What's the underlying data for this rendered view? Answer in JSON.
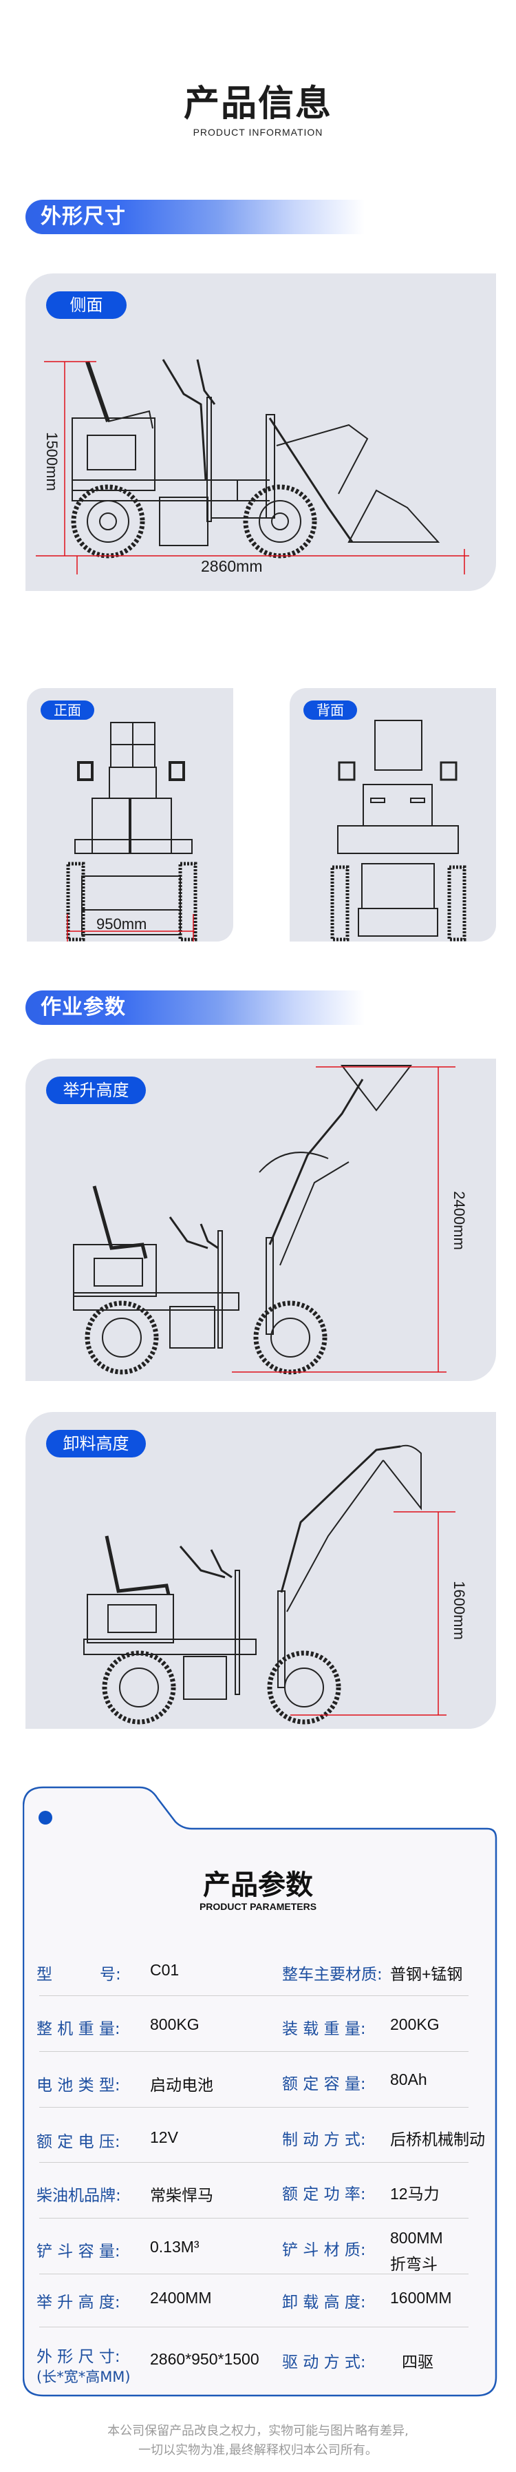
{
  "header": {
    "title": "产品信息",
    "subtitle": "PRODUCT INFORMATION"
  },
  "sections": {
    "dimensions": {
      "title": "外形尺寸",
      "side_view": {
        "badge": "侧面",
        "height_label": "1500mm",
        "length_label": "2860mm"
      },
      "front_view": {
        "badge": "正面",
        "width_label": "950mm"
      },
      "back_view": {
        "badge": "背面"
      }
    },
    "operation": {
      "title": "作业参数",
      "lift_height": {
        "badge": "举升高度",
        "height_label": "2400mm"
      },
      "dump_height": {
        "badge": "卸料高度",
        "height_label": "1600mm"
      }
    }
  },
  "parameters": {
    "title": "产品参数",
    "subtitle": "PRODUCT PARAMETERS",
    "rows": [
      {
        "left_label": "型　　　号:",
        "left_value": "C01",
        "right_label": "整车主要材质:",
        "right_value": "普钢+锰钢"
      },
      {
        "left_label": "整 机 重 量:",
        "left_value": "800KG",
        "right_label": "装 载 重 量:",
        "right_value": "200KG"
      },
      {
        "left_label": "电 池 类 型:",
        "left_value": "启动电池",
        "right_label": "额 定 容 量:",
        "right_value": "80Ah"
      },
      {
        "left_label": "额 定 电 压:",
        "left_value": "12V",
        "right_label": "制 动 方 式:",
        "right_value": "后桥机械制动"
      },
      {
        "left_label": "柴油机品牌:",
        "left_value": "常柴悍马",
        "right_label": "额 定 功 率:",
        "right_value": "12马力"
      },
      {
        "left_label": "铲 斗 容 量:",
        "left_value": "0.13M³",
        "right_label": "铲 斗 材 质:",
        "right_value": "800MM",
        "right_value_line2": "折弯斗"
      },
      {
        "left_label": "举 升 高 度:",
        "left_value": "2400MM",
        "right_label": "卸 载 高 度:",
        "right_value": "1600MM"
      },
      {
        "left_label": "外 形 尺 寸:",
        "left_label_line2": "(长*宽*高MM)",
        "left_value": "2860*950*1500",
        "right_label": "驱 动 方 式:",
        "right_value": "四驱"
      }
    ]
  },
  "footer": {
    "line1": "本公司保留产品改良之权力，实物可能与图片略有差异,",
    "line2": "一切以实物为准,最终解释权归本公司所有。"
  },
  "colors": {
    "accent_blue": "#0d52e0",
    "label_blue": "#1d4fa0",
    "card_bg": "#e3e5ec",
    "dimension_red": "#e0101a"
  }
}
